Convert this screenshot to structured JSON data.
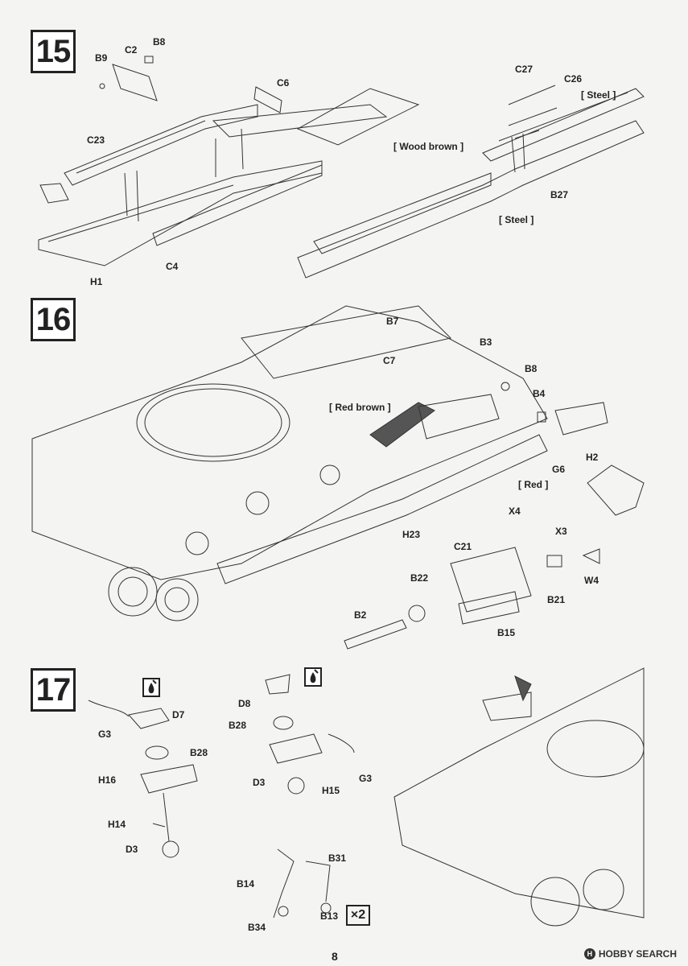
{
  "page": {
    "page_number": "8",
    "watermark": "HOBBY SEARCH",
    "watermark_icon": "hobby-search-logo-icon"
  },
  "steps": [
    {
      "number": "15",
      "labels": [
        "B9",
        "C2",
        "B8",
        "C6",
        "C23",
        "C4",
        "H1",
        "C27",
        "C26",
        "B27"
      ],
      "notes": [
        "[ Steel ]",
        "[ Wood brown ]",
        "[ Steel ]"
      ]
    },
    {
      "number": "16",
      "labels": [
        "B7",
        "B3",
        "C7",
        "B8",
        "B4",
        "H2",
        "G6",
        "X4",
        "X3",
        "H23",
        "C21",
        "B22",
        "W4",
        "B21",
        "B2",
        "B15"
      ],
      "notes": [
        "[ Red brown ]",
        "[ Red ]"
      ]
    },
    {
      "number": "17",
      "labels": [
        "D7",
        "G3",
        "B28",
        "H16",
        "H14",
        "D3",
        "D8",
        "B28",
        "D3",
        "H15",
        "G3",
        "B31",
        "B14",
        "B13",
        "B34"
      ],
      "multiplier": "×2"
    }
  ]
}
